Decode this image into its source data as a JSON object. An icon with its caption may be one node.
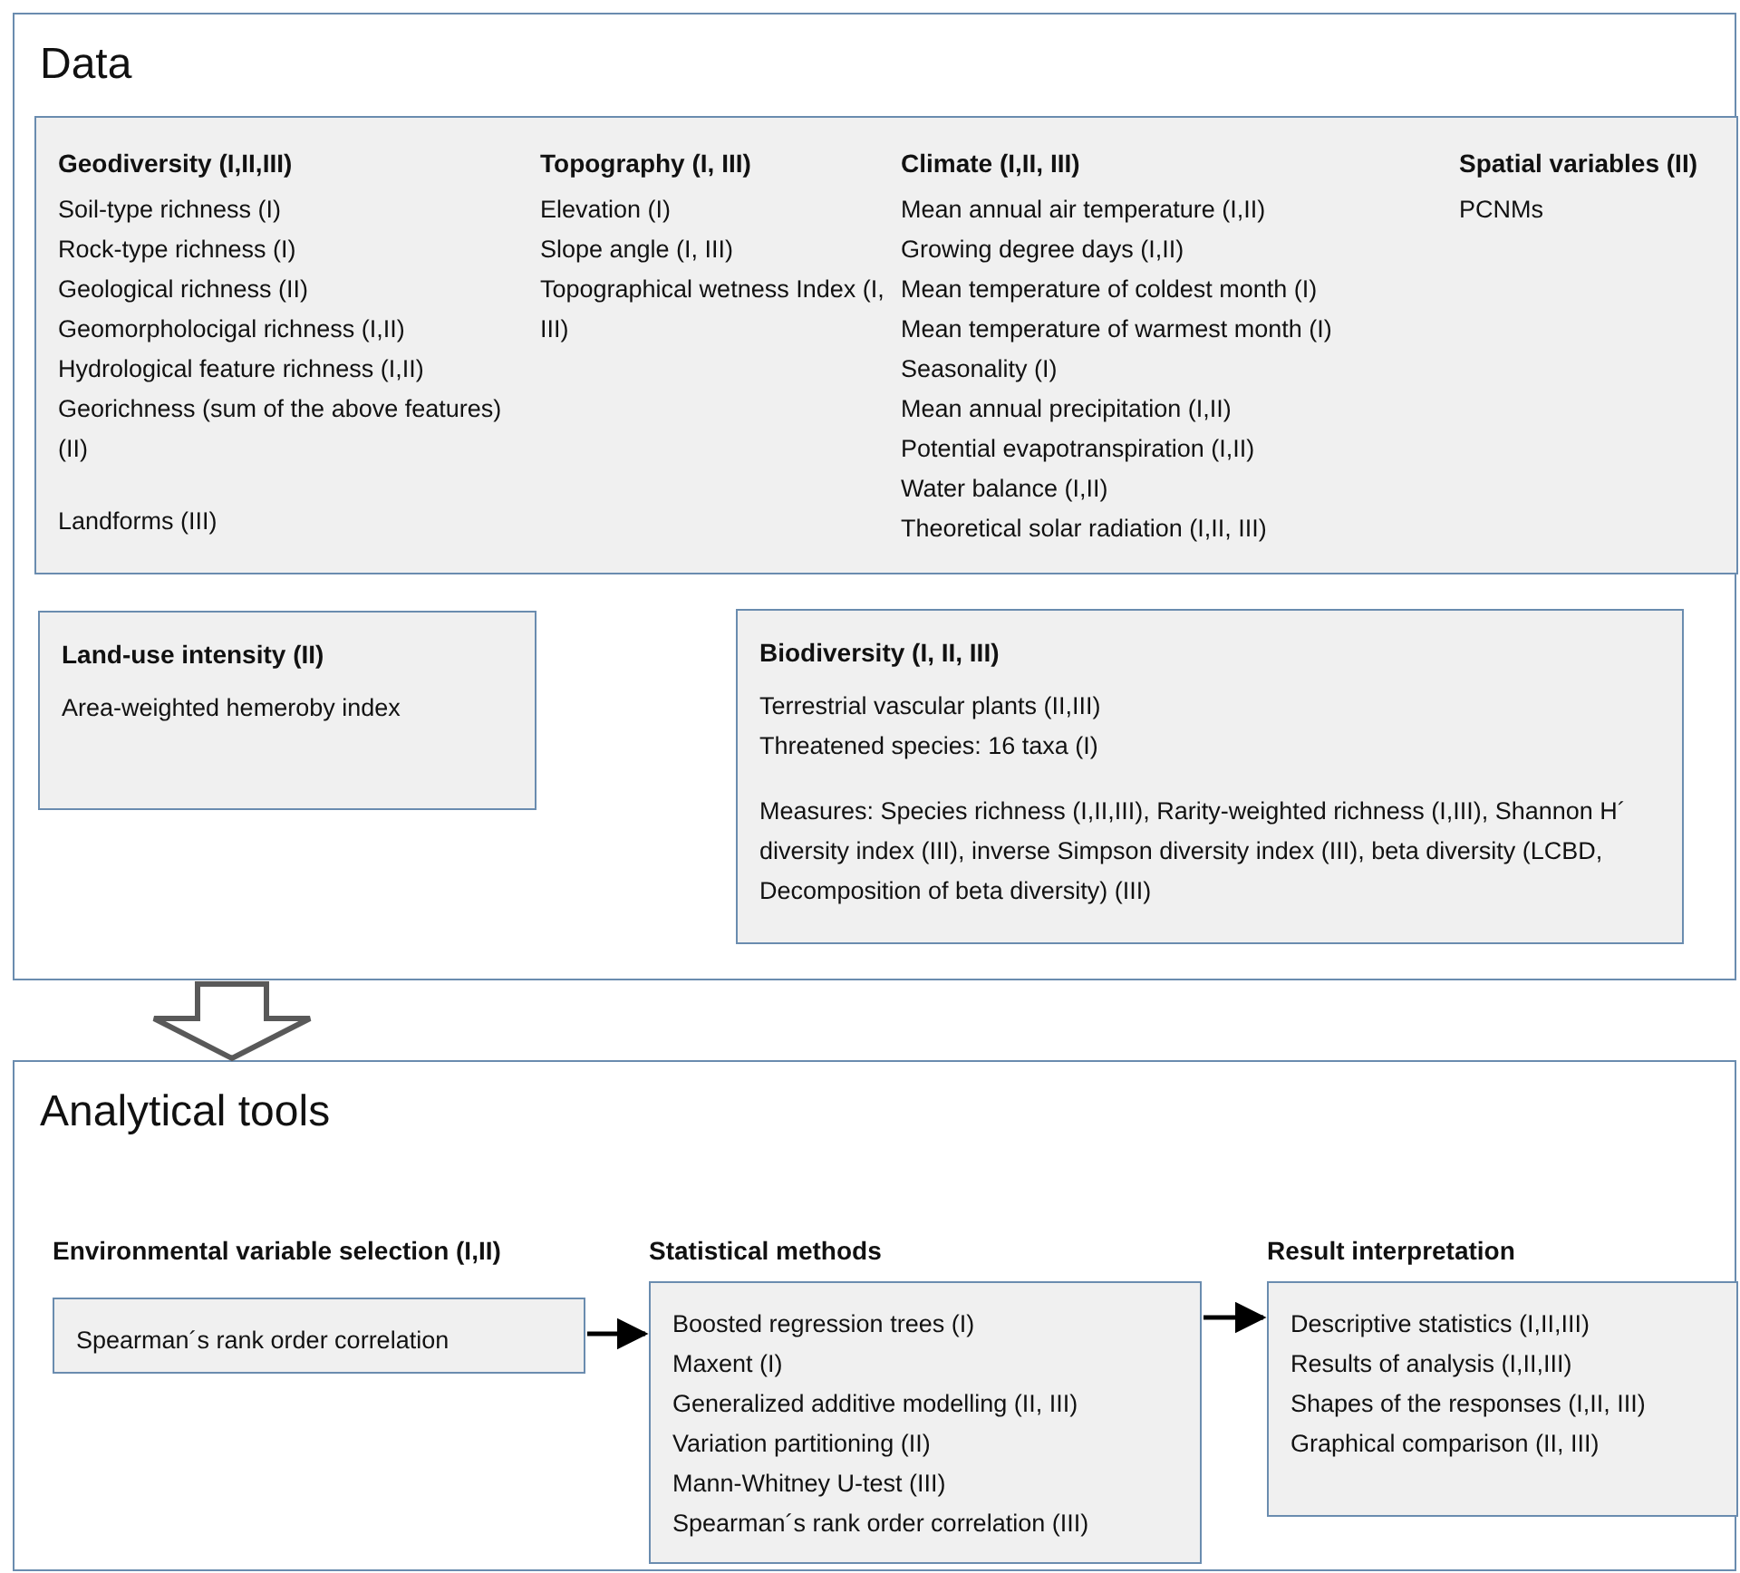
{
  "diagram": {
    "nodes": [
      {
        "text": [
          "Data"
        ]
      },
      {
        "text": [
          "Geodiversity (I,II,III)",
          "Soil-type richness (I)",
          "Rock-type richness (I)",
          "Geological richness (II)",
          "Geomorpholocigal richness (I,II)",
          "Hydrological feature richness (I,II)",
          "Georichness (sum of the above features) (II)",
          "Landforms (III)",
          "Topography (I, III)",
          "Elevation (I)",
          "Slope angle (I, III)",
          "Topographical wetness Index (I, III)",
          "Climate (I,II, III)",
          "Mean annual air temperature (I,II)",
          "Growing degree days (I,II)",
          "Mean temperature of coldest month (I)",
          "Mean temperature of warmest month (I)",
          "Seasonality (I)",
          "Mean annual precipitation (I,II)",
          "Potential evapotranspiration (I,II)",
          "Water balance (I,II)",
          "Theoretical solar radiation (I,II, III)",
          "Spatial variables (II)",
          "PCNMs"
        ],
        "in": 0
      },
      {
        "text": [
          "Land-use intensity (II)",
          "Area-weighted hemeroby index"
        ],
        "in": 0
      },
      {
        "text": [
          "Biodiversity (I, II, III)",
          "Terrestrial vascular plants (II,III)",
          "Threatened species: 16 taxa (I)",
          "Measures: Species richness (I,II,III), Rarity-weighted richness (I,III), Shannon H´ diversity index (III), inverse Simpson diversity index (III), beta diversity (LCBD, Decomposition of beta diversity) (III)"
        ],
        "in": 0
      },
      {
        "text": [
          "Analytical tools"
        ]
      },
      {
        "text": [
          "Environmental variable selection (I,II)",
          "Spearman´s rank order correlation"
        ],
        "in": 4
      },
      {
        "text": [
          "Statistical methods",
          "Boosted regression trees (I)",
          "Maxent (I)",
          "Generalized additive modelling (II, III)",
          "Variation partitioning (II)",
          "Mann-Whitney U-test (III)",
          "Spearman´s rank order correlation (III)"
        ],
        "in": 4
      },
      {
        "text": [
          "Result interpretation",
          "Descriptive statistics (I,II,III)",
          "Results of analysis (I,II,III)",
          "Shapes of the responses (I,II, III)",
          "Graphical comparison (II, III)"
        ],
        "in": 4
      }
    ],
    "edges": [
      {
        "from": 0,
        "to": 4,
        "arrow": "to"
      },
      {
        "from": 5,
        "to": 6,
        "arrow": "to"
      },
      {
        "from": 6,
        "to": 7,
        "arrow": "to"
      }
    ]
  }
}
